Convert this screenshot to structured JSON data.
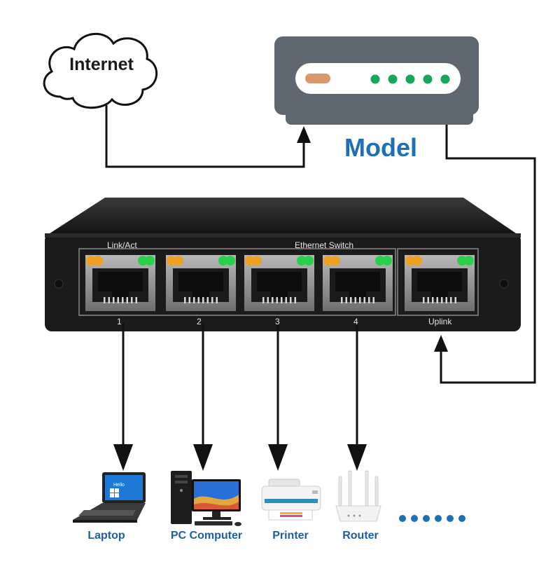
{
  "internet_label": "Internet",
  "modem_label": "Model",
  "switch": {
    "link_act_label": "Link/Act",
    "product_label": "Ethernet Switch",
    "port_numbers": [
      "1",
      "2",
      "3",
      "4"
    ],
    "uplink_label": "Uplink"
  },
  "devices": [
    {
      "label": "Laptop",
      "icon": "laptop-icon",
      "screen_text": "Hello"
    },
    {
      "label": "PC Computer",
      "icon": "pc-computer-icon"
    },
    {
      "label": "Printer",
      "icon": "printer-icon"
    },
    {
      "label": "Router",
      "icon": "router-icon"
    }
  ],
  "more_devices_icon": "ellipsis-dots-icon",
  "colors": {
    "modem_body": "#5f6770",
    "modem_face": "#ffffff",
    "modem_led_green": "#1aa65a",
    "modem_led_orange": "#d9986b",
    "switch_body": "#1b1b1b",
    "port_frame": "#8a8a8a",
    "led_amber": "#f0a020",
    "led_green": "#2ad04a",
    "label_blue": "#1d5fa3"
  }
}
